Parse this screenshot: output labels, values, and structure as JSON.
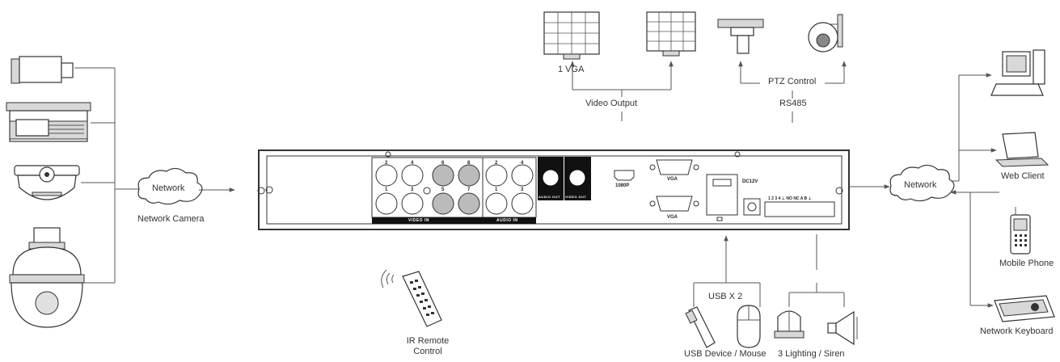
{
  "labels": {
    "vga_1": "1 VGA",
    "video_output": "Video Output",
    "ptz_control": "PTZ Control",
    "rs485": "RS485",
    "network_left": "Network",
    "network_camera": "Network Camera",
    "network_right": "Network",
    "web_client": "Web Client",
    "mobile_phone": "Mobile Phone",
    "network_keyboard": "Network Keyboard",
    "ir_remote": "IR Remote Control",
    "usb_x2": "USB X 2",
    "usb_device_mouse": "USB Device / Mouse",
    "lighting_siren": "3 Lighting / Siren"
  },
  "panel": {
    "video_in": "VIDEO IN",
    "audio_in": "AUDIO IN",
    "audio_out": "AUDIO OUT",
    "video_out": "VIDEO OUT",
    "hdmi": "1080P",
    "vga_top": "VGA",
    "vga_bottom": "VGA",
    "dc": "DC12V",
    "terminal": "1 2 3 4 ⊥ NO NC A B ⊥",
    "video_nums_top": [
      "2",
      "4",
      "6",
      "8"
    ],
    "video_nums_bottom": [
      "1",
      "3",
      "5",
      "7"
    ],
    "audio_nums_top": [
      "2",
      "4"
    ],
    "audio_nums_bottom": [
      "1",
      "3"
    ]
  },
  "icons": [
    "ip-camera-icon",
    "bullet-camera-icon",
    "dome-camera-icon",
    "ptz-speed-dome-icon",
    "network-cloud-icon",
    "monitor-icon",
    "ptz-camera-icon",
    "desktop-pc-icon",
    "laptop-icon",
    "mobile-phone-icon",
    "network-keyboard-icon",
    "ir-remote-icon",
    "usb-stick-icon",
    "mouse-icon",
    "lighting-icon",
    "siren-icon"
  ]
}
